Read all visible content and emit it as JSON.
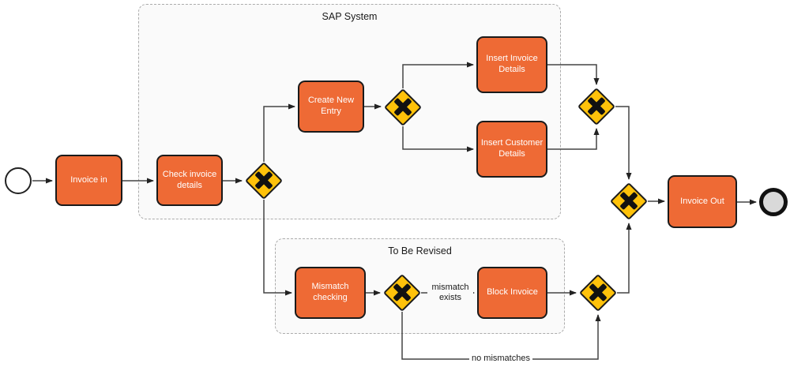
{
  "diagram": {
    "groups": [
      {
        "id": "sap-system",
        "label": "SAP System"
      },
      {
        "id": "to-be-revised",
        "label": "To Be Revised"
      }
    ],
    "tasks": [
      {
        "id": "invoice-in",
        "label": "Invoice in"
      },
      {
        "id": "check-invoice-details",
        "label": "Check invoice details"
      },
      {
        "id": "create-new-entry",
        "label": "Create New Entry"
      },
      {
        "id": "insert-invoice-details",
        "label": "Insert Invoice Details"
      },
      {
        "id": "insert-customer-details",
        "label": "Insert Customer Details"
      },
      {
        "id": "mismatch-checking",
        "label": "Mismatch checking"
      },
      {
        "id": "block-invoice",
        "label": "Block Invoice"
      },
      {
        "id": "invoice-out",
        "label": "Invoice Out"
      }
    ],
    "gateways": [
      {
        "id": "gateway-after-check",
        "type": "exclusive-xor"
      },
      {
        "id": "gateway-split-insert",
        "type": "exclusive-xor"
      },
      {
        "id": "gateway-join-insert",
        "type": "exclusive-xor"
      },
      {
        "id": "gateway-join-final",
        "type": "exclusive-xor"
      },
      {
        "id": "gateway-mismatch-decision",
        "type": "exclusive-xor"
      },
      {
        "id": "gateway-join-revised",
        "type": "exclusive-xor"
      }
    ],
    "events": {
      "start": "start-event",
      "end": "end-event"
    },
    "edge_labels": {
      "mismatch_exists": "mismatch exists",
      "no_mismatches": "no mismatches"
    },
    "colors": {
      "task_fill": "#EE6A35",
      "task_border": "#1A1A1A",
      "gateway_fill": "#FFC20A",
      "gateway_border": "#1A1A1A",
      "line": "#444444",
      "end_fill": "#D9D9D9",
      "group_fill": "#FAFAFA",
      "group_border": "#ABABAB"
    }
  }
}
